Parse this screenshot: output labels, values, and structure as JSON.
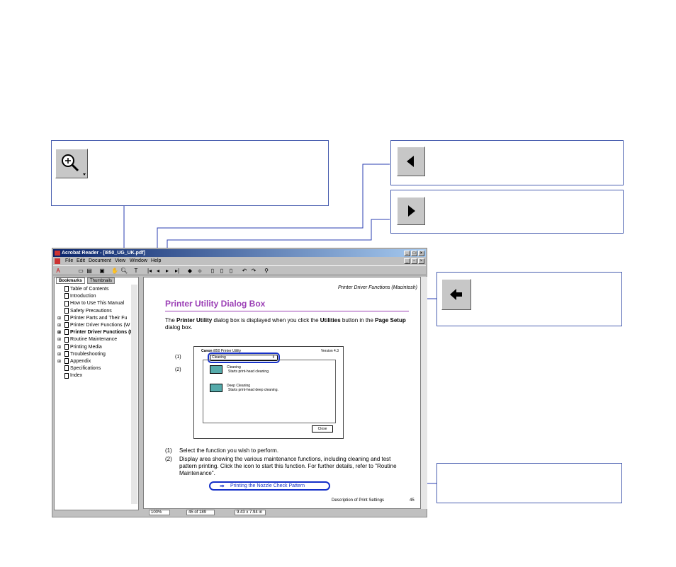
{
  "window": {
    "title": "Acrobat Reader - [i850_UG_UK.pdf]",
    "menus": [
      "File",
      "Edit",
      "Document",
      "View",
      "Window",
      "Help"
    ]
  },
  "nav": {
    "tabs": [
      "Bookmarks",
      "Thumbnails"
    ],
    "bookmarks": [
      {
        "label": "Table of Contents",
        "expandable": false,
        "bold": false
      },
      {
        "label": "Introduction",
        "expandable": false,
        "bold": false
      },
      {
        "label": "How to Use This Manual",
        "expandable": false,
        "bold": false
      },
      {
        "label": "Safety Precautions",
        "expandable": false,
        "bold": false
      },
      {
        "label": "Printer Parts and Their Fu",
        "expandable": true,
        "bold": false
      },
      {
        "label": "Printer Driver Functions (W",
        "expandable": true,
        "bold": false
      },
      {
        "label": "Printer Driver Functions (I",
        "expandable": true,
        "bold": true
      },
      {
        "label": "Routine Maintenance",
        "expandable": true,
        "bold": false
      },
      {
        "label": "Printing Media",
        "expandable": true,
        "bold": false
      },
      {
        "label": "Troubleshooting",
        "expandable": true,
        "bold": false
      },
      {
        "label": "Appendix",
        "expandable": true,
        "bold": false
      },
      {
        "label": "Specifications",
        "expandable": false,
        "bold": false
      },
      {
        "label": "Index",
        "expandable": false,
        "bold": false
      }
    ]
  },
  "document": {
    "running_header": "Printer Driver Functions (Macintosh)",
    "heading": "Printer Utility Dialog Box",
    "intro_1": "The ",
    "intro_b1": "Printer Utility",
    "intro_2": " dialog box is displayed when you click the ",
    "intro_b2": "Utilities",
    "intro_3": " button in the ",
    "intro_b3": "Page Setup",
    "intro_4": " dialog box.",
    "dialog": {
      "brand": "Canon",
      "title": "i850 Printer Utility",
      "version": "Version 4.3",
      "select": "Cleaning",
      "item1_title": "Cleaning",
      "item1_desc": "Starts print-head cleaning.",
      "item2_title": "Deep Cleaning",
      "item2_desc": "Starts print-head deep cleaning.",
      "close": "Close"
    },
    "callout1": "(1)",
    "callout2": "(2)",
    "list": [
      {
        "num": "(1)",
        "text": "Select the function you wish to perform."
      },
      {
        "num": "(2)",
        "text": "Display area showing the various maintenance functions, including cleaning and test pattern printing. Click the icon to start this function. For further details, refer to \"Routine Maintenance\"."
      }
    ],
    "link": "Printing the Nozzle Check Pattern",
    "footer": "Description of Print Settings",
    "page_number": "45"
  },
  "status": {
    "zoom": "100%",
    "page": "45 of 189",
    "size": "9.43 x 7.94 in"
  },
  "icons": {
    "zoom": "zoom-in-icon",
    "prev": "previous-page-icon",
    "next": "next-page-icon",
    "back": "go-back-icon"
  },
  "colors": {
    "callout_border": "#4a5fb0",
    "heading": "#9b3fb5",
    "link": "#1530c8"
  }
}
